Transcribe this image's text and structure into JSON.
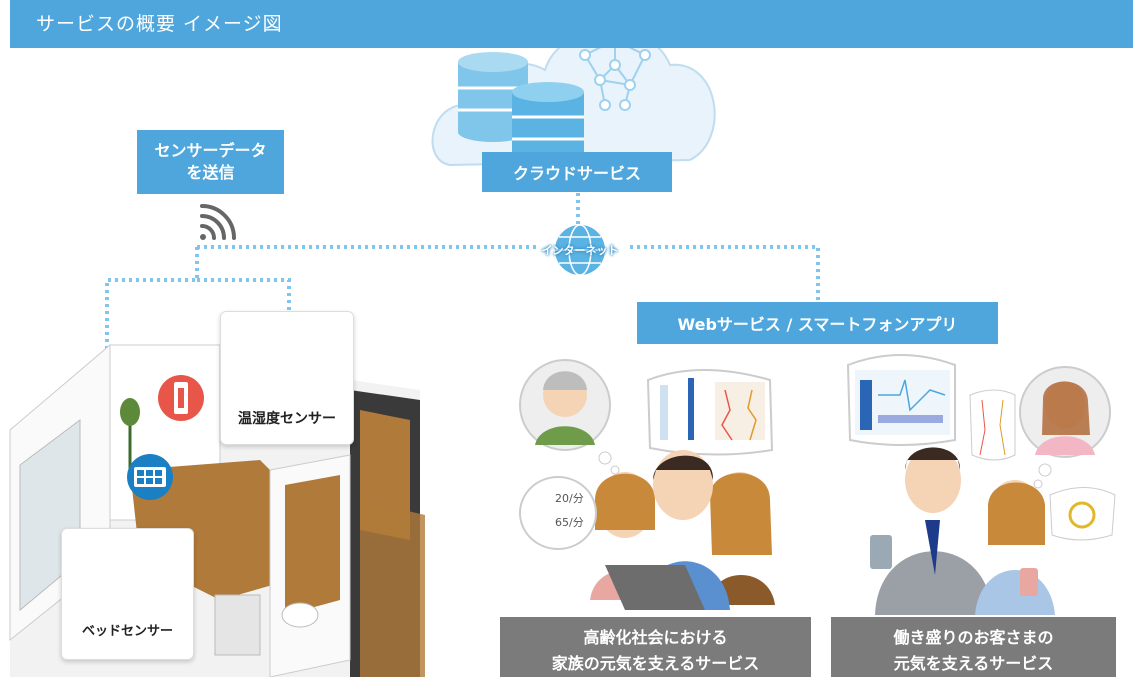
{
  "header": {
    "title": "サービスの概要 イメージ図"
  },
  "labels": {
    "sensor_send_line1": "センサーデータ",
    "sensor_send_line2": "を送信",
    "cloud_service": "クラウドサービス",
    "internet": "インターネット",
    "web_service": "Webサービス / スマートフォンアプリ"
  },
  "devices": {
    "temp_sensor": "温湿度センサー",
    "bed_sensor": "ベッドセンサー"
  },
  "vitals": {
    "heart_rate": "20/分",
    "respiration": "65/分"
  },
  "services": {
    "elderly_line1": "高齢化社会における",
    "elderly_line2": "家族の元気を支えるサービス",
    "working_line1": "働き盛りのお客さまの",
    "working_line2": "元気を支えるサービス"
  },
  "colors": {
    "accent": "#4ea6dc",
    "gray": "#7b7b7b",
    "alert": "#e8564a",
    "dot_line": "#7fc6ea"
  }
}
